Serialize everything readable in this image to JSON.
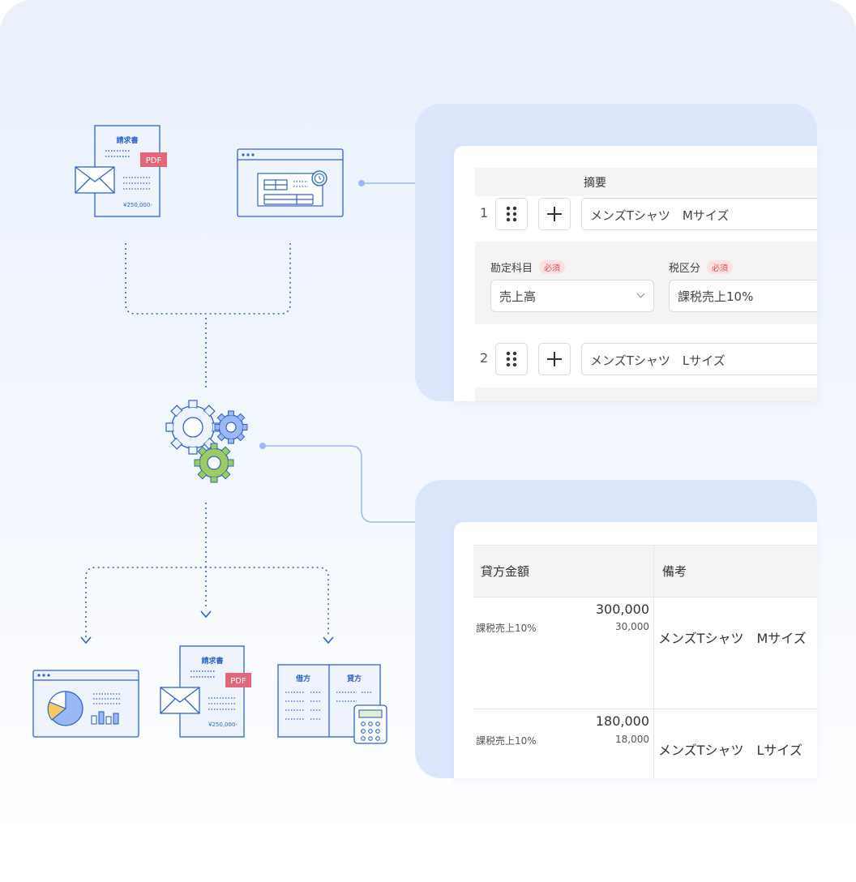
{
  "flow": {
    "invoice_title": "請求書",
    "invoice_badge": "PDF",
    "invoice_amount": "¥250,000-",
    "output_invoice_title": "請求書",
    "output_invoice_badge": "PDF",
    "output_invoice_amount": "¥250,000-",
    "ledger_debit": "借方",
    "ledger_credit": "貸方"
  },
  "journal_entry": {
    "header_summary": "摘要",
    "rows": [
      {
        "number": "1",
        "description": "メンズTシャツ　Mサイズ",
        "account_label": "勘定科目",
        "account_required": "必須",
        "account_value": "売上高",
        "tax_label": "税区分",
        "tax_required": "必須",
        "tax_value": "課税売上10%"
      },
      {
        "number": "2",
        "description": "メンズTシャツ　Lサイズ"
      }
    ]
  },
  "credit_table": {
    "headers": {
      "credit_amount": "貸方金額",
      "memo": "備考"
    },
    "rows": [
      {
        "tax": "課税売上10%",
        "amount": "300,000",
        "tax_amount": "30,000",
        "memo": "メンズTシャツ　Mサイズ"
      },
      {
        "tax": "課税売上10%",
        "amount": "180,000",
        "tax_amount": "18,000",
        "memo": "メンズTシャツ　Lサイズ"
      }
    ]
  },
  "colors": {
    "primary_blue": "#2f63c9",
    "light_blue": "#9ab8f5",
    "gear_green": "#9dcc5e",
    "pdf_red": "#e2677a",
    "chart_yellow": "#f6c965",
    "required_red": "#d9534f"
  }
}
